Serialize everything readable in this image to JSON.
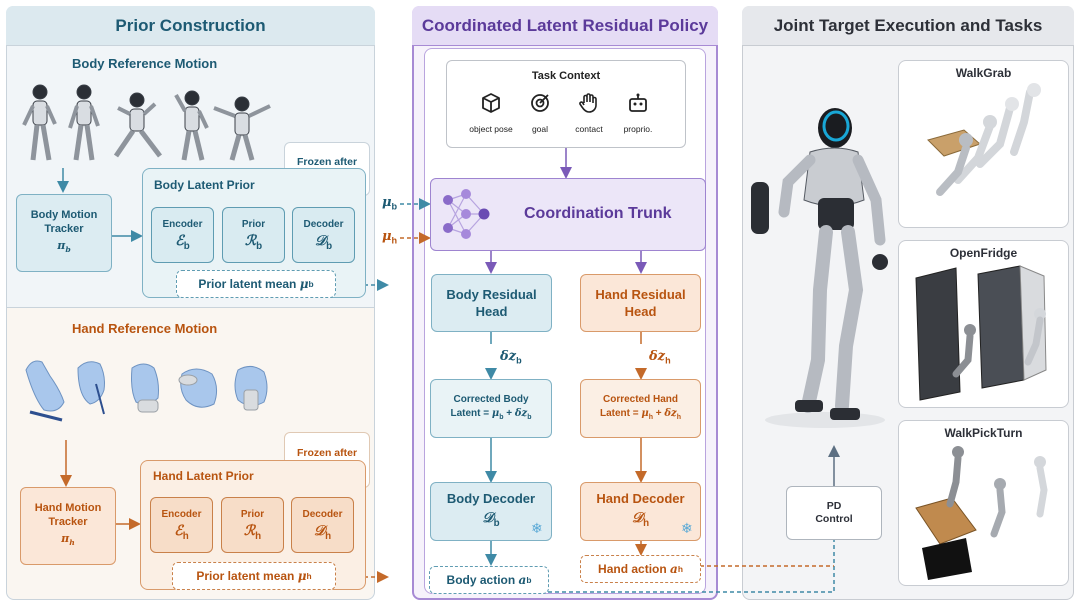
{
  "colors": {
    "blue": "#1d5a73",
    "orange": "#b85410",
    "purple": "#5b3a9a",
    "gray": "#3a3f47"
  },
  "prior_construction": {
    "title": "Prior Construction",
    "body": {
      "section_title": "Body Reference Motion",
      "frozen_label": "Frozen after distillation",
      "latent_prior_title": "Body Latent Prior",
      "tracker_label": "Body Motion Tracker",
      "tracker_symbol": "π",
      "tracker_sub": "b",
      "encoder_label": "Encoder",
      "encoder_symbol": "ℰ",
      "encoder_sub": "b",
      "prior_label": "Prior",
      "prior_symbol": "ℛ",
      "prior_sub": "b",
      "decoder_label": "Decoder",
      "decoder_symbol": "𝒟",
      "decoder_sub": "b",
      "latent_mean_label": "Prior latent mean",
      "latent_mean_symbol": "μ",
      "latent_mean_sub": "b"
    },
    "hand": {
      "section_title": "Hand Reference Motion",
      "frozen_label": "Frozen after distillation",
      "latent_prior_title": "Hand Latent Prior",
      "tracker_label": "Hand Motion Tracker",
      "tracker_symbol": "π",
      "tracker_sub": "h",
      "encoder_label": "Encoder",
      "encoder_symbol": "ℰ",
      "encoder_sub": "h",
      "prior_label": "Prior",
      "prior_symbol": "ℛ",
      "prior_sub": "h",
      "decoder_label": "Decoder",
      "decoder_symbol": "𝒟",
      "decoder_sub": "h",
      "latent_mean_label": "Prior latent mean",
      "latent_mean_symbol": "μ",
      "latent_mean_sub": "h"
    }
  },
  "policy": {
    "title": "Coordinated Latent Residual Policy",
    "task_context": {
      "title": "Task Context",
      "items": [
        {
          "icon": "cube-icon",
          "label": "object pose"
        },
        {
          "icon": "target-icon",
          "label": "goal"
        },
        {
          "icon": "hand-icon",
          "label": "contact"
        },
        {
          "icon": "robot-icon",
          "label": "proprio."
        }
      ]
    },
    "mu_b_symbol": "μ",
    "mu_b_sub": "b",
    "mu_h_symbol": "μ",
    "mu_h_sub": "h",
    "trunk_label": "Coordination Trunk",
    "body_head_label": "Body Residual Head",
    "hand_head_label": "Hand Residual Head",
    "dz_b_symbol": "δz",
    "dz_b_sub": "b",
    "dz_h_symbol": "δz",
    "dz_h_sub": "h",
    "corrected_body_title": "Corrected Body",
    "corrected_body_eq_prefix": "Latent =",
    "corrected_body_eq_mu": "μ",
    "corrected_body_eq_mu_sub": "b",
    "corrected_body_eq_plus": "+",
    "corrected_body_eq_dz": "δz",
    "corrected_body_eq_dz_sub": "b",
    "corrected_hand_title": "Corrected Hand",
    "corrected_hand_eq_prefix": "Latent =",
    "corrected_hand_eq_mu": "μ",
    "corrected_hand_eq_mu_sub": "h",
    "corrected_hand_eq_plus": "+",
    "corrected_hand_eq_dz": "δz",
    "corrected_hand_eq_dz_sub": "h",
    "body_decoder_label": "Body Decoder",
    "body_decoder_symbol": "𝒟",
    "body_decoder_sub": "b",
    "hand_decoder_label": "Hand Decoder",
    "hand_decoder_symbol": "𝒟",
    "hand_decoder_sub": "h",
    "body_action_label": "Body action",
    "body_action_symbol": "a",
    "body_action_sub": "b",
    "hand_action_label": "Hand action",
    "hand_action_symbol": "a",
    "hand_action_sub": "h"
  },
  "execution": {
    "title": "Joint Target Execution and Tasks",
    "pd_label": "PD Control",
    "tasks": [
      "WalkGrab",
      "OpenFridge",
      "WalkPickTurn"
    ]
  }
}
